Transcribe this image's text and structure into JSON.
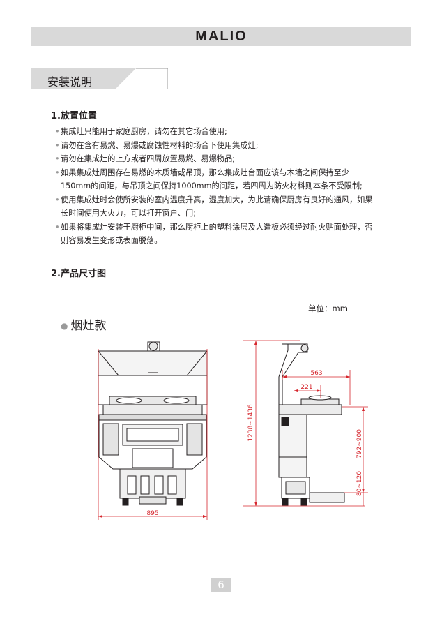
{
  "header": {
    "brand": "MALIO"
  },
  "section": {
    "title": "安装说明"
  },
  "placement": {
    "heading": "1.放置位置",
    "bullets": [
      "集成灶只能用于家庭厨房，请勿在其它场合使用;",
      "请勿在含有易燃、易爆或腐蚀性材料的场合下使用集成灶;",
      "请勿在集成灶的上方或者四周放置易燃、易爆物品;",
      "如果集成灶周围存在易燃的木质墙或吊顶，那么集成灶台面应该与木墙之间保持至少150mm的间距，与吊顶之间保持1000mm的间距，若四周为防火材料则本条不受限制;",
      "使用集成灶时会使所安装的室内温度升高，湿度加大，为此请确保厨房有良好的通风，如果长时间使用大火力，可以打开窗户、门;",
      "如果将集成灶安装于厨柜中间，那么厨柜上的塑料涂层及人造板必须经过耐火贴面处理，否则容易发生变形或表面脱落。"
    ]
  },
  "dimensions": {
    "heading": "2.产品尺寸图",
    "unit_label": "单位：mm",
    "variant_label": "烟灶款",
    "front_width": "895",
    "total_height": "1238~1436",
    "depth_top": "563",
    "depth_burner": "221",
    "counter_height": "792~900",
    "base_height": "80~120"
  },
  "colors": {
    "dimension_line": "#d6262d",
    "header_bar": "#d9d9d9"
  },
  "footer": {
    "page_number": "6"
  }
}
